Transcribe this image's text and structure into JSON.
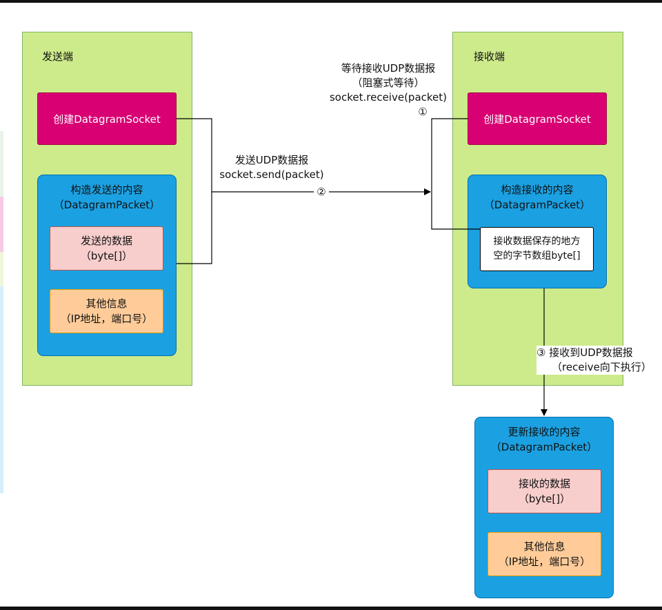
{
  "sender": {
    "title": "发送端",
    "create_socket": "创建DatagramSocket",
    "packet_box": {
      "title_line1": "构造发送的内容",
      "title_line2": "（DatagramPacket）"
    },
    "data_box": {
      "line1": "发送的数据",
      "line2": "（byte[]）"
    },
    "info_box": {
      "line1": "其他信息",
      "line2": "（IP地址，端口号）"
    }
  },
  "receiver": {
    "title": "接收端",
    "create_socket": "创建DatagramSocket",
    "packet_box": {
      "title_line1": "构造接收的内容",
      "title_line2": "（DatagramPacket）"
    },
    "buffer_box": {
      "line1": "接收数据保存的地方",
      "line2": "空的字节数组byte[]"
    }
  },
  "updated": {
    "packet_box": {
      "title_line1": "更新接收的内容",
      "title_line2": "（DatagramPacket）"
    },
    "data_box": {
      "line1": "接收的数据",
      "line2": "（byte[]）"
    },
    "info_box": {
      "line1": "其他信息",
      "line2": "（IP地址，端口号）"
    }
  },
  "labels": {
    "wait": {
      "line1": "等待接收UDP数据报",
      "line2": "（阻塞式等待）",
      "line3": "socket.receive(packet)",
      "step": "①"
    },
    "send": {
      "line1": "发送UDP数据报",
      "line2": "socket.send(packet)",
      "step": "②"
    },
    "received": {
      "step": "③",
      "line1": "接收到UDP数据报",
      "line2": "（receive向下执行）"
    }
  },
  "colors": {
    "panel_green": "#cdeb8b",
    "socket_magenta": "#d80073",
    "packet_blue": "#1ba1e2",
    "data_pink": "#f8cecc",
    "info_orange": "#ffcc99"
  }
}
